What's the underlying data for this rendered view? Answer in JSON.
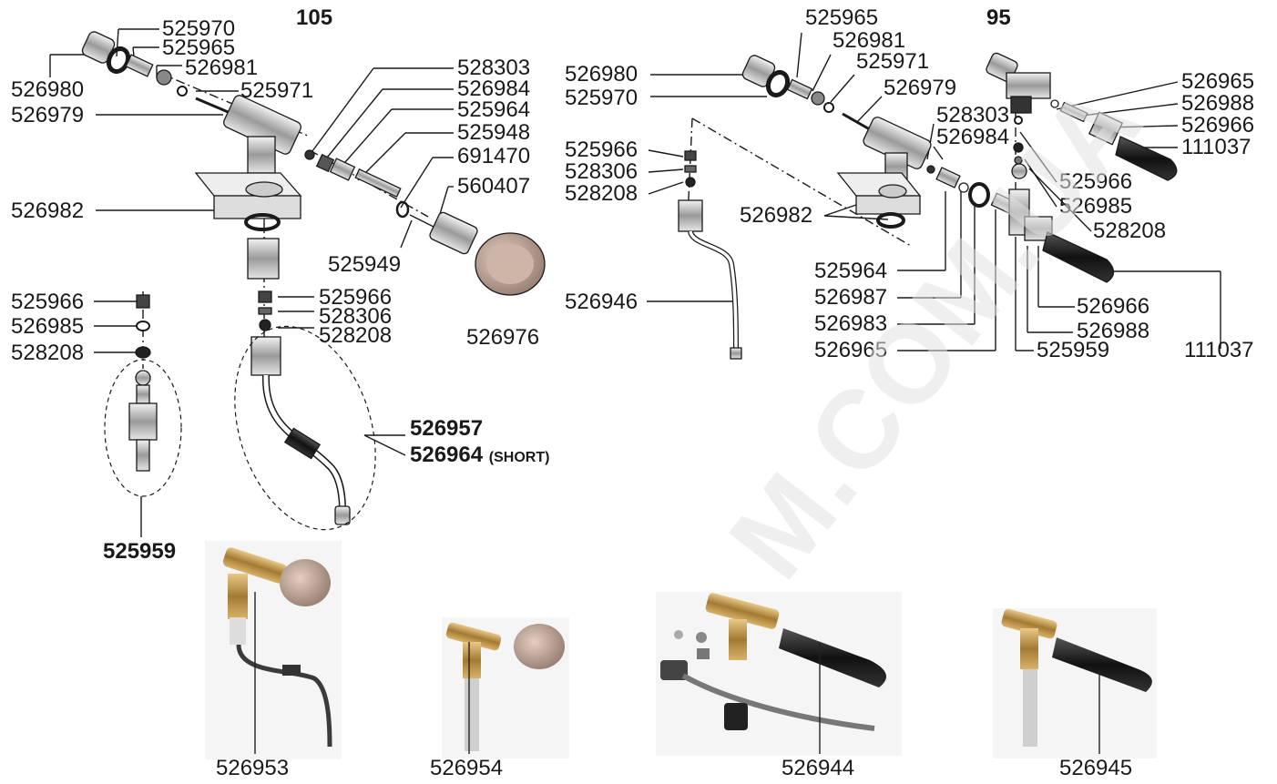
{
  "titles": {
    "left_model": "105",
    "right_model": "95"
  },
  "left_labels": {
    "l526970": "525970",
    "l525965": "525965",
    "l526981": "526981",
    "l526980": "526980",
    "l525971": "525971",
    "l526979": "526979",
    "l528303": "528303",
    "l526984": "526984",
    "l525964": "525964",
    "l525948": "525948",
    "l691470": "691470",
    "l560407": "560407",
    "l526982": "526982",
    "l525949": "525949",
    "l525966a": "525966",
    "l528306a": "528306",
    "l528208a": "528208",
    "l525966b": "525966",
    "l526985": "526985",
    "l528208b": "528208",
    "l526976": "526976",
    "l526957": "526957",
    "l526964": "526964",
    "short": "(SHORT)",
    "l525959": "525959"
  },
  "right_labels": {
    "r525965": "525965",
    "r526981": "526981",
    "r525971": "525971",
    "r526980": "526980",
    "r525970": "525970",
    "r526979": "526979",
    "r528303": "528303",
    "r526984": "526984",
    "r525966": "525966",
    "r528306": "528306",
    "r528208": "528208",
    "r526982": "526982",
    "r526946": "526946",
    "r525964": "525964",
    "r526987": "526987",
    "r526983": "526983",
    "r526965": "526965",
    "r525959": "525959",
    "r526966": "526966",
    "r526988": "526988",
    "r111037": "111037",
    "r526965b": "526965",
    "r526988b": "526988",
    "r526966b": "526966",
    "r111037b": "111037",
    "r525966b": "525966",
    "r526985": "526985",
    "r528208b": "528208"
  },
  "photos": {
    "p1": "526953",
    "p2": "526954",
    "p3": "526944",
    "p4": "526945"
  },
  "watermark": "M.COM.UA"
}
